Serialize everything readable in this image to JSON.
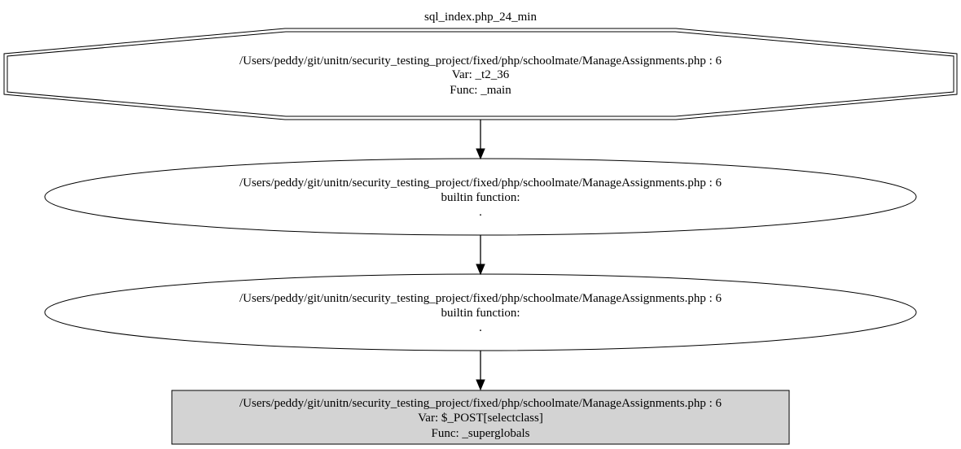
{
  "graph": {
    "title": "sql_index.php_24_min",
    "nodes": [
      {
        "id": "n1",
        "shape": "doubleoctagon",
        "lines": [
          "/Users/peddy/git/unitn/security_testing_project/fixed/php/schoolmate/ManageAssignments.php : 6",
          "Var: _t2_36",
          "Func: _main"
        ]
      },
      {
        "id": "n2",
        "shape": "ellipse",
        "lines": [
          "/Users/peddy/git/unitn/security_testing_project/fixed/php/schoolmate/ManageAssignments.php : 6",
          "builtin function:",
          "."
        ]
      },
      {
        "id": "n3",
        "shape": "ellipse",
        "lines": [
          "/Users/peddy/git/unitn/security_testing_project/fixed/php/schoolmate/ManageAssignments.php : 6",
          "builtin function:",
          "."
        ]
      },
      {
        "id": "n4",
        "shape": "box",
        "fill": "#d3d3d3",
        "lines": [
          "/Users/peddy/git/unitn/security_testing_project/fixed/php/schoolmate/ManageAssignments.php : 6",
          "Var: $_POST[selectclass]",
          "Func: _superglobals"
        ]
      }
    ],
    "edges": [
      {
        "from": "n1",
        "to": "n2"
      },
      {
        "from": "n2",
        "to": "n3"
      },
      {
        "from": "n3",
        "to": "n4"
      }
    ]
  }
}
